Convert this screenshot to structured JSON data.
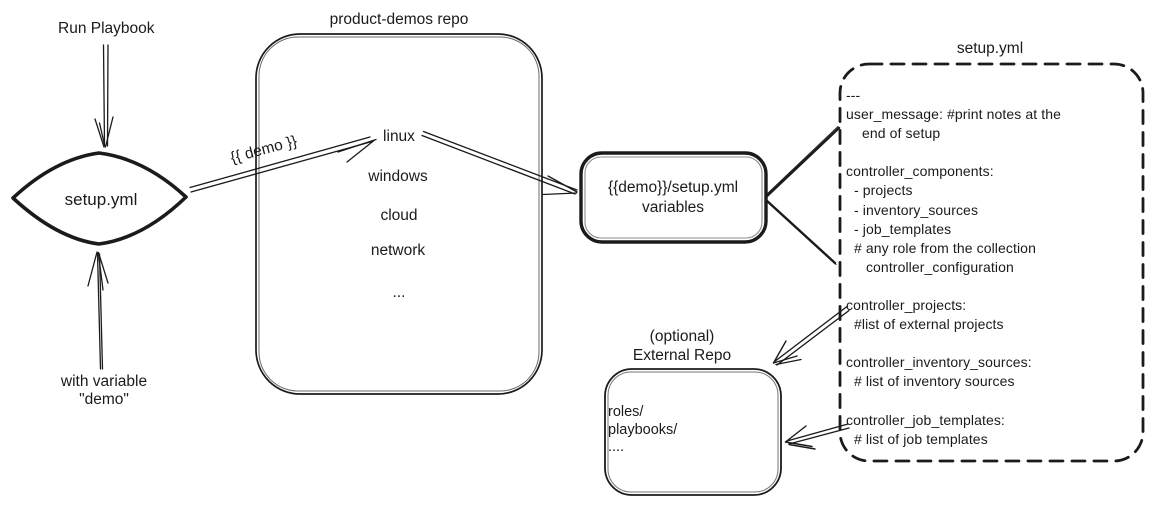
{
  "canvas": {
    "bg": "#ffffff",
    "ink": "#1b1b1b"
  },
  "trigger": {
    "run_label": "Run Playbook",
    "diamond_label": "setup.yml",
    "variable_label": "with variable\n\"demo\""
  },
  "demo_arrow_label": "{{ demo }}",
  "demos_repo": {
    "title": "product-demos repo",
    "items": [
      "linux",
      "windows",
      "cloud",
      "network",
      "..."
    ]
  },
  "variables_box": {
    "label": "{{demo}}/setup.yml\nvariables"
  },
  "setup_file": {
    "title": "setup.yml",
    "content": "---\nuser_message: #print notes at the\n    end of setup\n\ncontroller_components:\n  - projects\n  - inventory_sources\n  - job_templates\n  # any role from the collection\n     controller_configuration\n\ncontroller_projects:\n  #list of external projects\n\ncontroller_inventory_sources:\n  # list of inventory sources\n\ncontroller_job_templates:\n  # list of job templates"
  },
  "external_repo": {
    "note": "(optional)",
    "title": "External Repo",
    "content": "roles/\nplaybooks/\n...."
  }
}
